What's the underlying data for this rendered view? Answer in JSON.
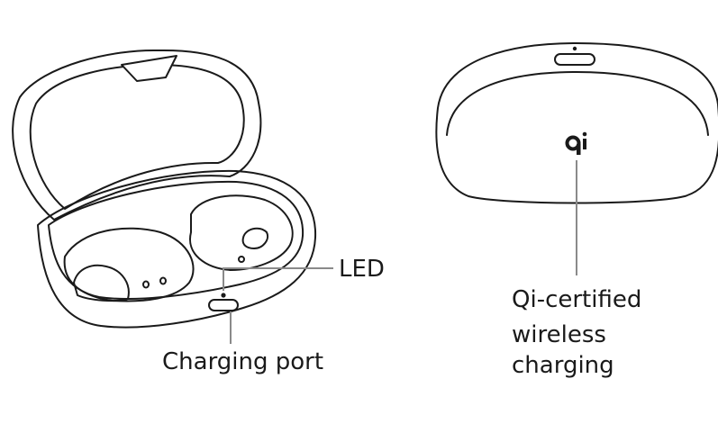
{
  "labels": {
    "led": "LED",
    "charging_port": "Charging port",
    "qi_line1": "Qi-certified",
    "qi_line2": "wireless",
    "qi_line3": "charging"
  },
  "colors": {
    "line": "#1a1a1a",
    "leader": "#8a8a8a",
    "background": "#ffffff"
  },
  "icons": [
    "qi-logo-icon"
  ]
}
